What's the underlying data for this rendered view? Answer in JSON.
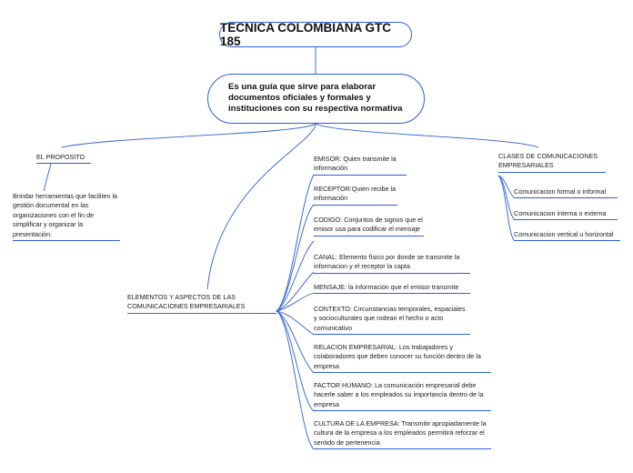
{
  "map": {
    "title": "TECNICA COLOMBIANA GTC 185",
    "definition": "Es una guía que sirve para elaborar documentos oficiales y formales y instituciones con su respectiva normativa",
    "proposito": {
      "label": "EL PROPOSITO",
      "text": "Brindar herramientas que faciliten la gestión documental en las organizaciones con el fin de simplificar y organizar la presentación."
    },
    "elementos": {
      "label": "ELEMENTOS Y ASPECTOS DE LAS COMUNICACIONES EMPRESARIALES",
      "items": [
        "EMISOR: Quien transmite la información",
        "RECEPTOR:Quien recibe la información",
        "CODIGO: Conjuntos de signos que el emisor usa para codificar el mensaje",
        "CANAL: Elemento físico por donde se transmite la informacion y el receptor la capta",
        "MENSAJE: la información que el emisor transmite",
        "CONTEXTO: Circunstancias temporales, espaciales y socioculturales que rodean el hecho o acto comunicativo",
        "RELACION EMPRESARIAL: Los trabajadores y colaboradores que deben conocer su función dentro de la empresa",
        "FACTOR HUMANO: La comunicación empresarial debe hacerle saber a los empleados su importancia dentro de la empresa",
        "CULTURA DE LA EMPRESA: Transmitir apropiadamente la cultura de la empresa a los empleados permitirá reforzar el sentido de pertenencia"
      ]
    },
    "clases": {
      "label": "CLASES DE COMUNICACIONES EMPRESARIALES",
      "items": [
        "Comunicacion formal o informal",
        "Comunicacion interna o externa",
        "Comunicacion vertical u horizontal"
      ]
    },
    "colors": {
      "line": "#2d5fd6",
      "text": "#1b1b1b"
    }
  }
}
